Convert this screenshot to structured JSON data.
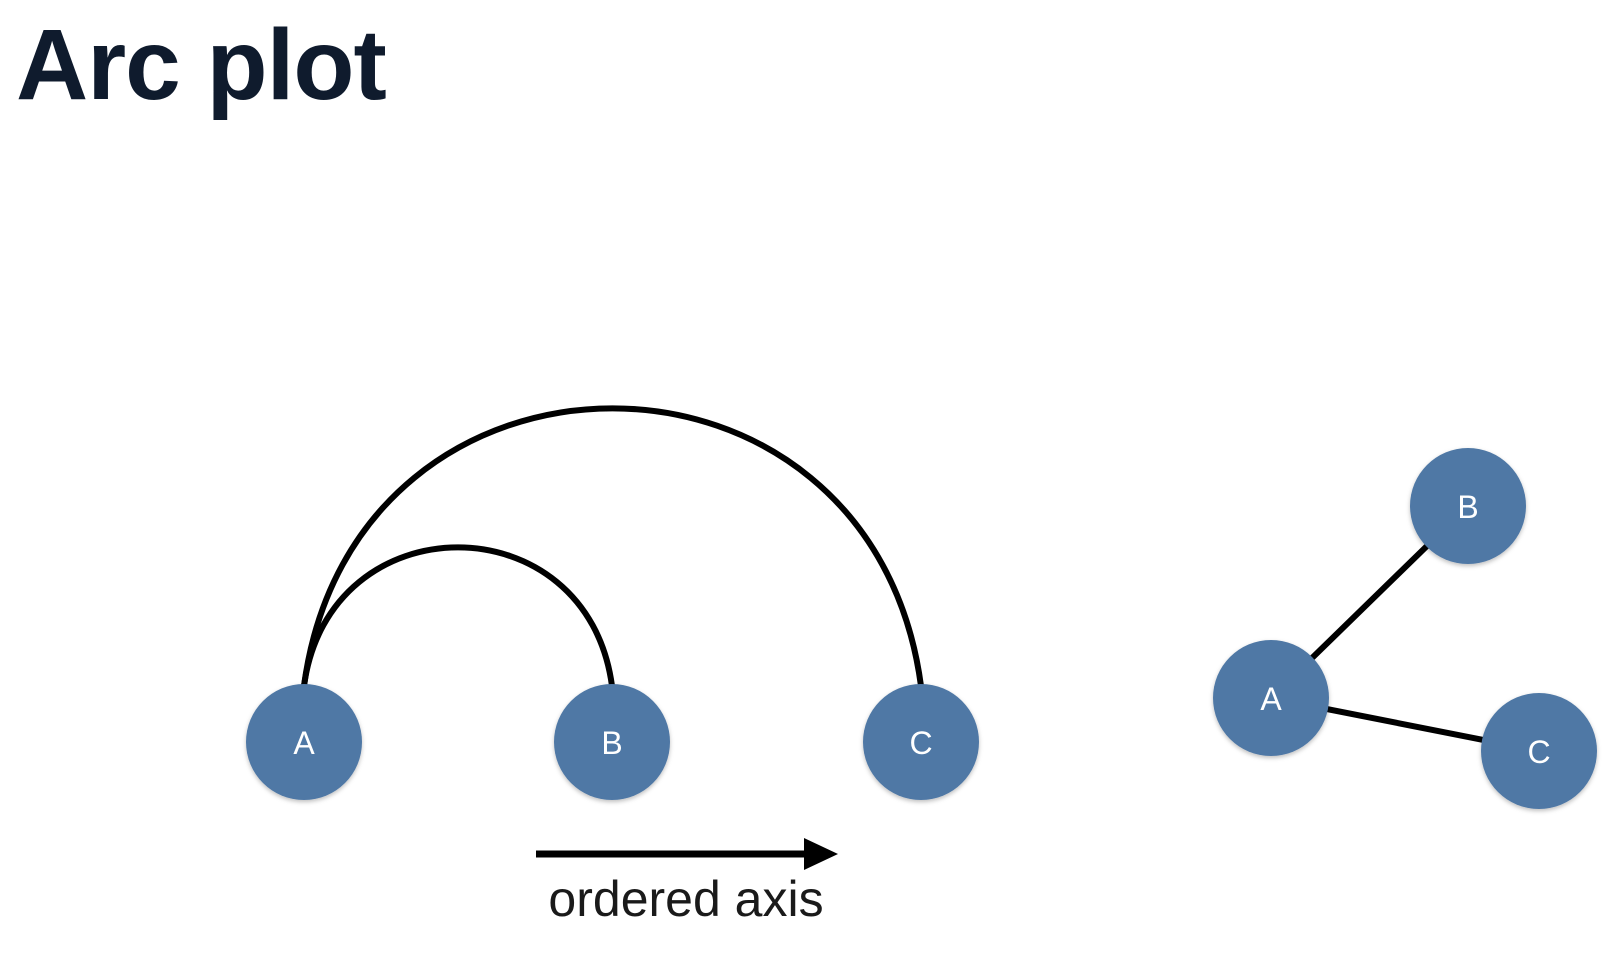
{
  "page": {
    "title": "Arc plot"
  },
  "colors": {
    "node_fill": "#4f78a5",
    "edge_stroke": "#000000",
    "title_text": "#0f1b2d",
    "node_label": "#ffffff"
  },
  "arc_plot": {
    "nodes": [
      {
        "id": "A",
        "label": "A"
      },
      {
        "id": "B",
        "label": "B"
      },
      {
        "id": "C",
        "label": "C"
      }
    ],
    "edges": [
      {
        "source": "A",
        "target": "B"
      },
      {
        "source": "A",
        "target": "C"
      }
    ],
    "axis_label": "ordered axis"
  },
  "network": {
    "nodes": [
      {
        "id": "A",
        "label": "A"
      },
      {
        "id": "B",
        "label": "B"
      },
      {
        "id": "C",
        "label": "C"
      }
    ],
    "edges": [
      {
        "source": "A",
        "target": "B"
      },
      {
        "source": "A",
        "target": "C"
      }
    ]
  }
}
